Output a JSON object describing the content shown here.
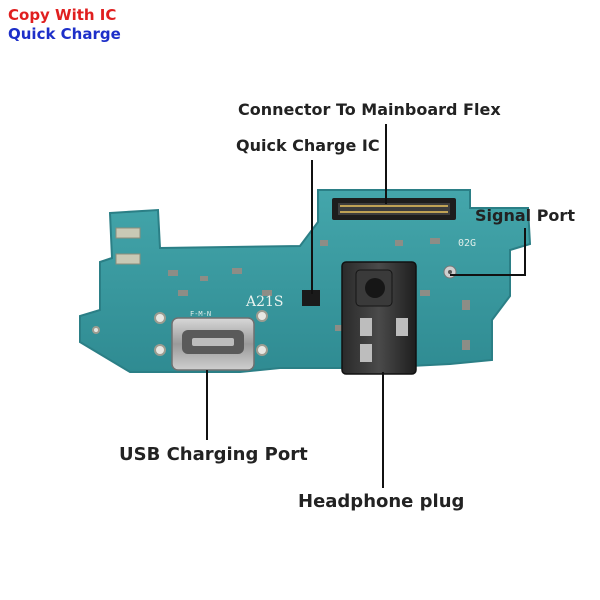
{
  "badge": {
    "line1": "Copy With IC",
    "line2": "Quick Charge",
    "line1_color": "#e01f1f",
    "line2_color": "#1d2fc9"
  },
  "labels": {
    "connector": "Connector To Mainboard Flex",
    "quick_charge_ic": "Quick Charge IC",
    "signal_port": "Signal Port",
    "usb_port": "USB Charging Port",
    "headphone": "Headphone plug"
  },
  "board": {
    "model_marking": "A21S",
    "marking_02g": "02G",
    "port_marking": "F-M-N",
    "pcb_color": "#3a9aa0",
    "pcb_edge_color": "#2b7f86"
  }
}
